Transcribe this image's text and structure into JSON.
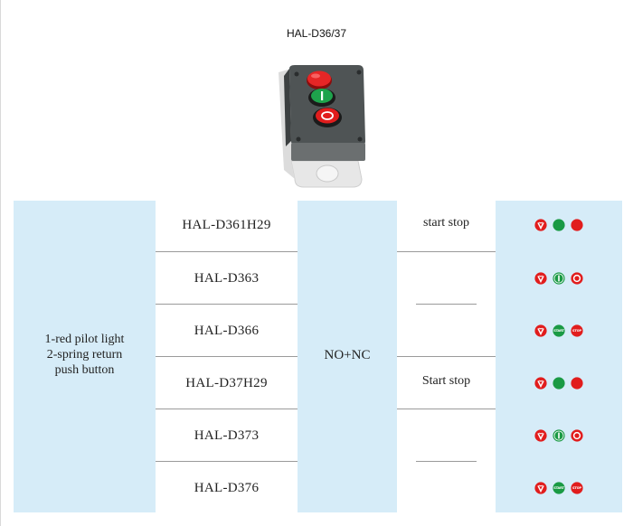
{
  "title": "HAL-D36/37",
  "description": "1-red pilot light 2-spring return push button",
  "description_lines": [
    "1-red pilot light",
    "2-spring return",
    "push button"
  ],
  "contact": "NO+NC",
  "rows": [
    {
      "model": "HAL-D361H29",
      "function": "start stop",
      "icons": [
        "pilot-light-icon",
        "green-flush-button-icon",
        "red-flush-button-icon"
      ]
    },
    {
      "model": "HAL-D363",
      "function": "",
      "icons": [
        "pilot-light-icon",
        "green-I-button-icon",
        "red-O-button-icon"
      ]
    },
    {
      "model": "HAL-D366",
      "function": "",
      "icons": [
        "pilot-light-icon",
        "green-start-button-icon",
        "red-stop-button-icon"
      ]
    },
    {
      "model": "HAL-D37H29",
      "function": "Start stop",
      "icons": [
        "pilot-light-icon",
        "green-flush-button-icon",
        "red-flush-button-icon"
      ]
    },
    {
      "model": "HAL-D373",
      "function": "",
      "icons": [
        "pilot-light-icon",
        "green-I-button-icon",
        "red-O-button-icon"
      ]
    },
    {
      "model": "HAL-D376",
      "function": "",
      "icons": [
        "pilot-light-icon",
        "green-start-button-icon",
        "red-stop-button-icon"
      ]
    }
  ],
  "icon_labels": {
    "start": "START",
    "stop": "STOP"
  },
  "colors": {
    "cell_blue": "#d6ecf8",
    "red": "#e11d1d",
    "green": "#1a9a44",
    "line": "#9a9a9a"
  }
}
